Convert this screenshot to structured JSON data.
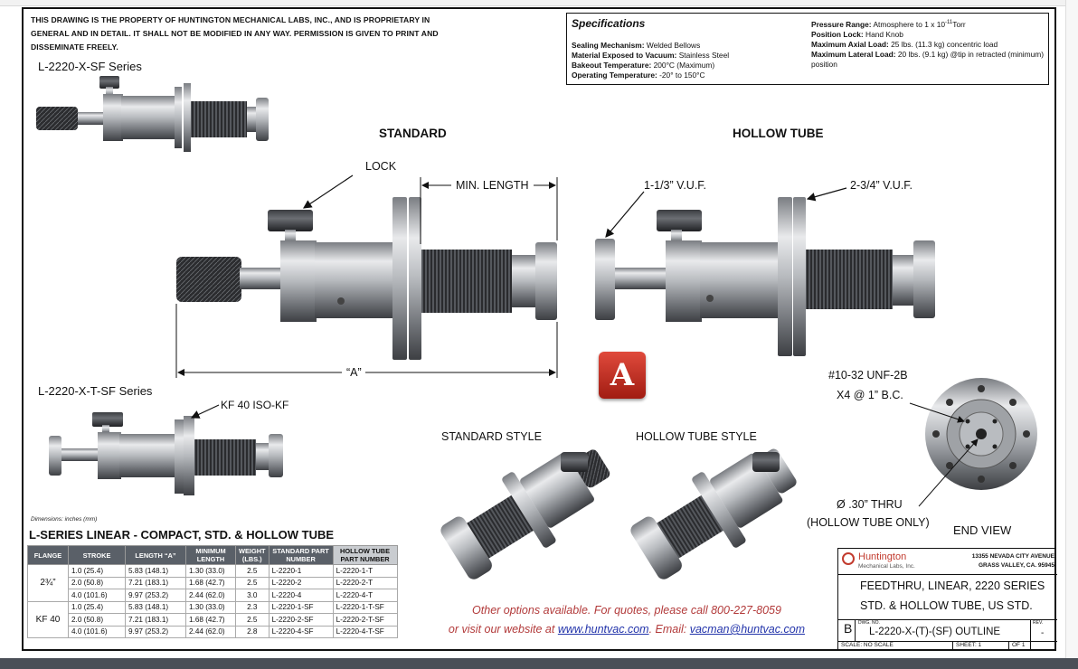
{
  "drawing": {
    "property_notice": "THIS DRAWING IS THE PROPERTY OF HUNTINGTON MECHANICAL LABS, INC., AND IS PROPRIETARY IN GENERAL AND IN DETAIL.  IT SHALL NOT BE MODIFIED IN ANY WAY.  PERMISSION IS GIVEN TO PRINT AND DISSEMINATE FREELY.",
    "series_top": "L-2220-X-SF  Series",
    "series_bottom": "L-2220-X-T-SF  Series",
    "kf_label": "KF 40  ISO-KF",
    "standard_heading": "STANDARD",
    "hollow_heading": "HOLLOW TUBE",
    "lock_label": "LOCK",
    "min_length_label": "MIN. LENGTH",
    "a_label": "“A”",
    "vuf_small": "1-1/3” V.U.F.",
    "vuf_large": "2-3/4” V.U.F.",
    "thread_label_1": "#10-32 UNF-2B",
    "thread_label_2": "X4 @ 1” B.C.",
    "thru_label_1": "Ø .30” THRU",
    "thru_label_2": "(HOLLOW TUBE ONLY)",
    "end_view_label": "END VIEW",
    "standard_style_label": "STANDARD STYLE",
    "hollow_style_label": "HOLLOW TUBE STYLE",
    "pdf_icon": "pdf-icon"
  },
  "specs": {
    "title": "Specifications",
    "left": [
      {
        "k": "Sealing Mechanism:",
        "v": "Welded Bellows"
      },
      {
        "k": "Material Exposed to Vacuum:",
        "v": "Stainless Steel"
      },
      {
        "k": "Bakeout Temperature:",
        "v": "200°C  (Maximum)"
      },
      {
        "k": "Operating Temperature:",
        "v": "-20° to 150°C"
      }
    ],
    "pressure_key": "Pressure Range:",
    "pressure_val": "Atmosphere to 1 x 10",
    "pressure_exp": "-11",
    "pressure_unit": "Torr",
    "lock_key": "Position Lock:",
    "lock_val": "Hand Knob",
    "axial_key": "Maximum Axial Load:",
    "axial_val": "25 lbs. (11.3 kg) concentric load",
    "lateral_key": "Maximum Lateral Load:",
    "lateral_val": "20 lbs. (9.1 kg) @tip in retracted (minimum)  position"
  },
  "table": {
    "dims_note": "Dimensions:  inches (mm)",
    "title": "L-SERIES  LINEAR - COMPACT, STD. & HOLLOW TUBE",
    "headers": [
      "FLANGE",
      "STROKE",
      "LENGTH “A”",
      "MINIMUM LENGTH",
      "WEIGHT (lbs.)",
      "STANDARD PART NUMBER",
      "HOLLOW TUBE PART NUMBER"
    ],
    "groups": [
      {
        "flange": "2¾”",
        "rows": [
          [
            "1.0  (25.4)",
            "5.83  (148.1)",
            "1.30  (33.0)",
            "2.5",
            "L-2220-1",
            "L-2220-1-T"
          ],
          [
            "2.0  (50.8)",
            "7.21  (183.1)",
            "1.68  (42.7)",
            "2.5",
            "L-2220-2",
            "L-2220-2-T"
          ],
          [
            "4.0 (101.6)",
            "9.97  (253.2)",
            "2.44  (62.0)",
            "3.0",
            "L-2220-4",
            "L-2220-4-T"
          ]
        ]
      },
      {
        "flange": "KF 40",
        "rows": [
          [
            "1.0  (25.4)",
            "5.83  (148.1)",
            "1.30  (33.0)",
            "2.3",
            "L-2220-1-SF",
            "L-2220-1-T-SF"
          ],
          [
            "2.0  (50.8)",
            "7.21  (183.1)",
            "1.68  (42.7)",
            "2.5",
            "L-2220-2-SF",
            "L-2220-2-T-SF"
          ],
          [
            "4.0 (101.6)",
            "9.97  (253.2)",
            "2.44  (62.0)",
            "2.8",
            "L-2220-4-SF",
            "L-2220-4-T-SF"
          ]
        ]
      }
    ]
  },
  "contact": {
    "line1": "Other options available.  For quotes, please call 800-227-8059",
    "line2_pre": "or visit our website at",
    "website": "www.huntvac.com",
    "line2_mid": ".  Email:",
    "email": "vacman@huntvac.com"
  },
  "title_block": {
    "company": "Huntington",
    "company_sub": "Mechanical Labs, Inc.",
    "address1": "13355 NEVADA CITY AVENUE",
    "address2": "GRASS VALLEY, CA. 95945",
    "title1": "FEEDTHRU, LINEAR, 2220 SERIES",
    "title2": "STD. & HOLLOW TUBE, US STD.",
    "size": "B",
    "dwg_label": "DWG. NO.",
    "dwg_no": "L-2220-X-(T)-(SF) OUTLINE",
    "rev_label": "REV.",
    "rev": "-",
    "scale": "SCALE:  NO SCALE",
    "sheet": "SHEET:  1",
    "of": "OF   1"
  }
}
